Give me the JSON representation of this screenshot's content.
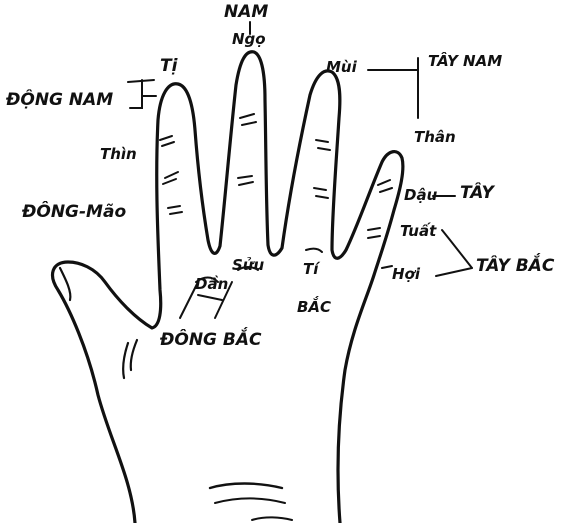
{
  "diagram": {
    "directions": {
      "south": "NAM",
      "southeast": "ĐỘNG NAM",
      "southwest": "TÂY NAM",
      "east": "ĐÔNG-Mão",
      "west": "TÂY",
      "northwest": "TÂY BẮC",
      "north": "BẮC",
      "northeast": "ĐÔNG BẮC"
    },
    "branches": {
      "ngo": "Ngọ",
      "ti_snake": "Tị",
      "mui": "Mùi",
      "than_dragon": "Thìn",
      "than_monkey": "Thân",
      "dau": "Dậu",
      "tuat": "Tuất",
      "hoi": "Hợi",
      "dan": "Dần",
      "suu": "Sửu",
      "ti_rat": "Tí"
    }
  }
}
